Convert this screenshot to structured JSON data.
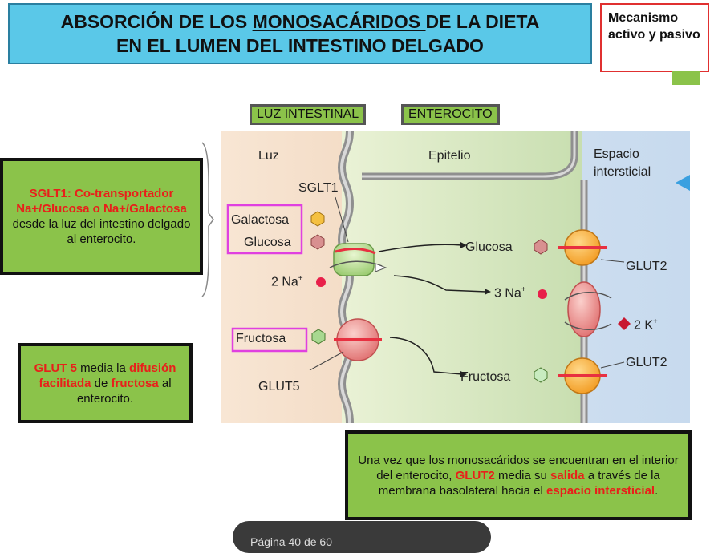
{
  "title": {
    "line1_a": "ABSORCIÓN DE LOS ",
    "line1_u": "MONOSACÁRIDOS ",
    "line1_b": "DE LA DIETA",
    "line2": "EN EL LUMEN DEL INTESTINO DELGADO"
  },
  "mechanism": "Mecanismo activo y pasivo",
  "tags": {
    "lumen": "LUZ INTESTINAL",
    "enterocyte": "ENTEROCITO"
  },
  "regions": {
    "luz": "Luz",
    "epitelio": "Epitelio",
    "espacio1": "Espacio",
    "espacio2": "intersticial"
  },
  "labels": {
    "sglt1": "SGLT1",
    "galactosa": "Galactosa",
    "glucosa_in": "Glucosa",
    "na_in": "2 Na",
    "fructosa_in": "Fructosa",
    "glut5": "GLUT5",
    "glucosa_out": "Glucosa",
    "na_out": "3 Na",
    "glut2_top": "GLUT2",
    "k": "2 K",
    "glut2_bottom": "GLUT2",
    "fructosa_out": "Fructosa",
    "plus": "+"
  },
  "notes": {
    "sglt1_a": "SGLT1: Co-transportador Na+/Glucosa o Na+/Galactosa",
    "sglt1_b": " desde la luz del intestino delgado al enterocito.",
    "glut5_a": "GLUT 5",
    "glut5_b": " media la ",
    "glut5_c": "difusión facilitada",
    "glut5_d": " de ",
    "glut5_e": "fructosa",
    "glut5_f": " al enterocito.",
    "glut2_a": "Una vez que los monosacáridos se encuentran en el interior del enterocito, ",
    "glut2_b": "GLUT2",
    "glut2_c": " media su ",
    "glut2_d": "salida",
    "glut2_e": " a través de la membrana basolateral hacia el ",
    "glut2_f": "espacio intersticial",
    "glut2_g": "."
  },
  "footer": {
    "text": "Página  40  de 60"
  },
  "colors": {
    "title_bg": "#5ac8e8",
    "note_bg": "#8bc34a",
    "highlight": "#e8201a",
    "frame": "#e040e0"
  }
}
